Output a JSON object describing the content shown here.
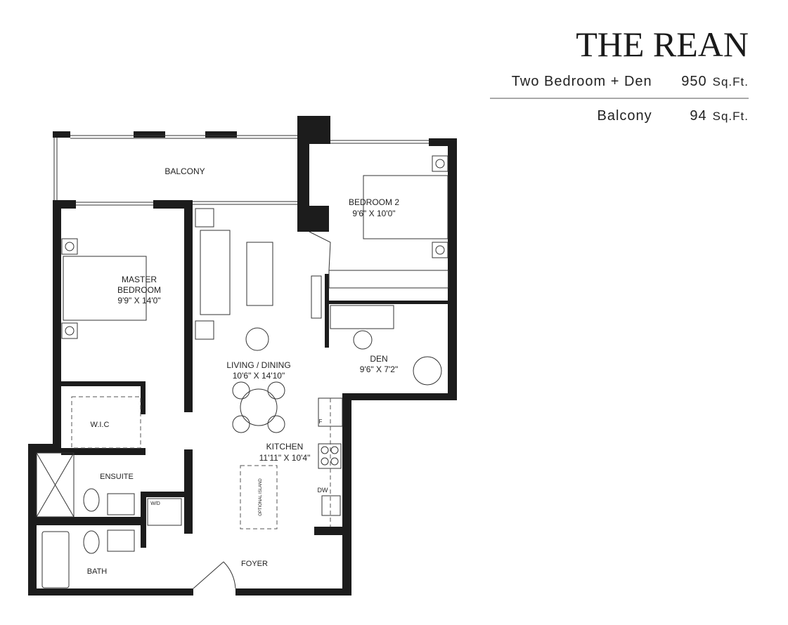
{
  "header": {
    "title": "THE REAN",
    "unit_type": "Two Bedroom + Den",
    "unit_area": "950",
    "balcony_label": "Balcony",
    "balcony_area": "94",
    "area_unit": "Sq.Ft."
  },
  "rooms": {
    "balcony": "BALCONY",
    "bedroom2": {
      "name": "BEDROOM 2",
      "size": "9'6\" X 10'0\""
    },
    "master": {
      "name1": "MASTER",
      "name2": "BEDROOM",
      "size": "9'9\" X 14'0\""
    },
    "living": {
      "name": "LIVING / DINING",
      "size": "10'6\" X 14'10\""
    },
    "den": {
      "name": "DEN",
      "size": "9'6\" X 7'2\""
    },
    "wic": "W.I.C",
    "kitchen": {
      "name": "KITCHEN",
      "size": "11'11\" X 10'4\""
    },
    "ensuite": "ENSUITE",
    "island": "OPTIONAL ISLAND",
    "wd": "W/D",
    "dw": "DW",
    "fridge": "F",
    "bath": "BATH",
    "foyer": "FOYER"
  }
}
